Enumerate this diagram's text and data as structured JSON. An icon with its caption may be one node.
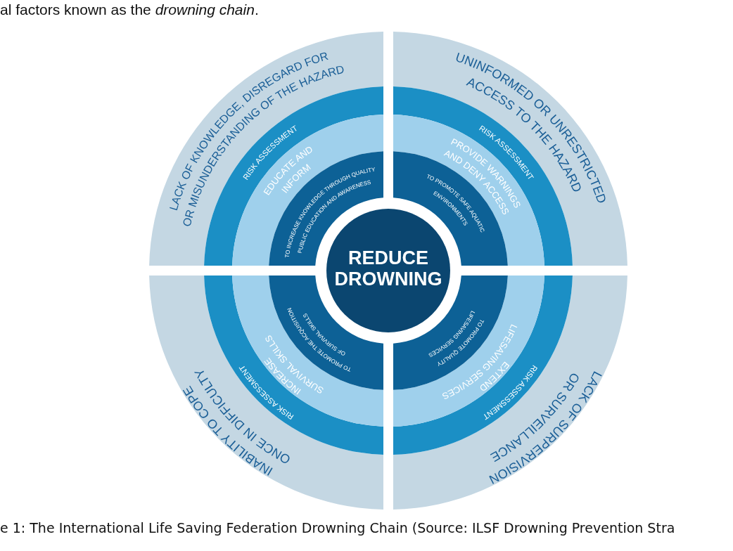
{
  "diagram": {
    "caption": "e 1: The International Life Saving Federation Drowning Chain (Source: ILSF Drowning Prevention Stra",
    "nodes": [
      {
        "text": [
          "REDUCE DROWNING"
        ]
      },
      {
        "text": [
          "LACK OF KNOWLEDGE, DISREGARD FOR OR MISUNDERSTANDING OF THE HAZARD"
        ]
      },
      {
        "text": [
          "RISK ASSESSMENT"
        ]
      },
      {
        "text": [
          "EDUCATE AND INFORM"
        ]
      },
      {
        "text": [
          "TO INCREASE KNOWLEDGE THROUGH QUALITY PUBLIC EDUCATION AND AWARENESS"
        ]
      },
      {
        "text": [
          "UNINFORMED OR UNRESTRICTED ACCESS TO THE HAZARD"
        ]
      },
      {
        "text": [
          "RISK ASSESSMENT"
        ]
      },
      {
        "text": [
          "PROVIDE WARNINGS AND DENY ACCESS"
        ]
      },
      {
        "text": [
          "TO PROMOTE SAFE AQUATIC ENVIRONMENTS"
        ]
      },
      {
        "text": [
          "INABILITY TO COPE ONCE IN DIFFICULTY"
        ]
      },
      {
        "text": [
          "RISK ASSESSMENT"
        ]
      },
      {
        "text": [
          "INCREASE SURVIVAL SKILLS"
        ]
      },
      {
        "text": [
          "TO PROMOTE THE ACQUISITION OF SURVIVAL SKILLS"
        ]
      },
      {
        "text": [
          "LACK OF SURPERVISION OR SURVEILLANCE"
        ]
      },
      {
        "text": [
          "RISK ASSESSMENT"
        ]
      },
      {
        "text": [
          "EXTEND LIFESAVING SERVICES"
        ]
      },
      {
        "text": [
          "TO PROMOTE QUALITY LIFESAVING SERVICES"
        ]
      }
    ],
    "labels": [
      "al factors known as the *drowning chain*."
    ]
  }
}
